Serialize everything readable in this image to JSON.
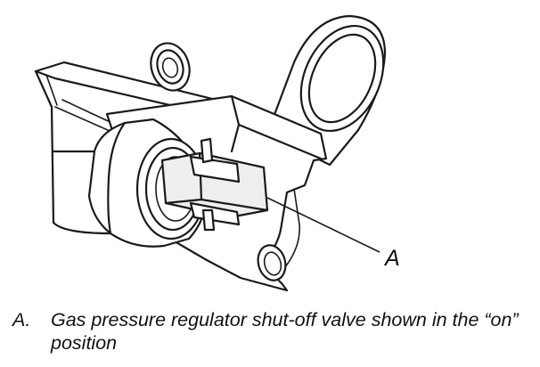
{
  "callout": {
    "letter": "A"
  },
  "caption": {
    "letter": "A.",
    "text": "Gas pressure regulator shut-off valve shown in the “on” position"
  }
}
